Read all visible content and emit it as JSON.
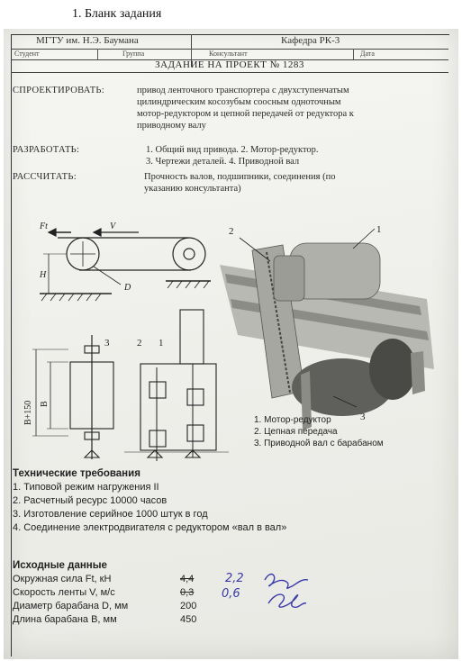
{
  "caption": "1. Бланк задания",
  "header": {
    "university": "МГТУ им. Н.Э. Баумана",
    "department": "Кафедра РК-3",
    "fields": [
      "Студент",
      "Группа",
      "Консультант",
      "Дата"
    ],
    "assignment_title": "ЗАДАНИЕ НА ПРОЕКТ № 1283"
  },
  "task": [
    {
      "label": "СПРОЕКТИРОВАТЬ:",
      "lines": [
        "привод ленточного транспортера с двухступенчатым",
        "цилиндрическим косозубым соосным одноточным",
        "мотор-редуктором и цепной передачей от редуктора к",
        "приводному валу"
      ]
    },
    {
      "label": "РАЗРАБОТАТЬ:",
      "lines": [
        "1. Общий вид привода. 2. Мотор-редуктор.",
        "3. Чертежи деталей. 4. Приводной вал"
      ]
    },
    {
      "label": "РАССЧИТАТЬ:",
      "lines": [
        "Прочность валов, подшипники, соединения (по",
        "указанию консультанта)"
      ]
    }
  ],
  "diagram_labels": {
    "force": "Ft",
    "velocity": "V",
    "height": "H",
    "diameter": "D",
    "width_label": "B",
    "width_plus": "B+150",
    "callout_1": "1",
    "callout_2": "2",
    "callout_3": "3"
  },
  "legend": [
    "1. Мотор-редуктор",
    "2. Цепная передача",
    "3. Приводной вал с барабаном"
  ],
  "requirements": {
    "title": "Технические требования",
    "items": [
      "1. Типовой режим нагружения II",
      "2. Расчетный ресурс 10000 часов",
      "3. Изготовление серийное 1000 штук в год",
      "4. Соединение электродвигателя с редуктором «вал в вал»"
    ]
  },
  "input_data": {
    "title": "Исходные данные",
    "rows": [
      {
        "name": "Окружная сила Ft, кН",
        "value": "4,4",
        "corrected": "2,2"
      },
      {
        "name": "Скорость ленты V, м/с",
        "value": "0,3",
        "corrected": "0,6"
      },
      {
        "name": "Диаметр барабана D, мм",
        "value": "200",
        "corrected": ""
      },
      {
        "name": "Длина барабана B, мм",
        "value": "450",
        "corrected": ""
      }
    ]
  }
}
